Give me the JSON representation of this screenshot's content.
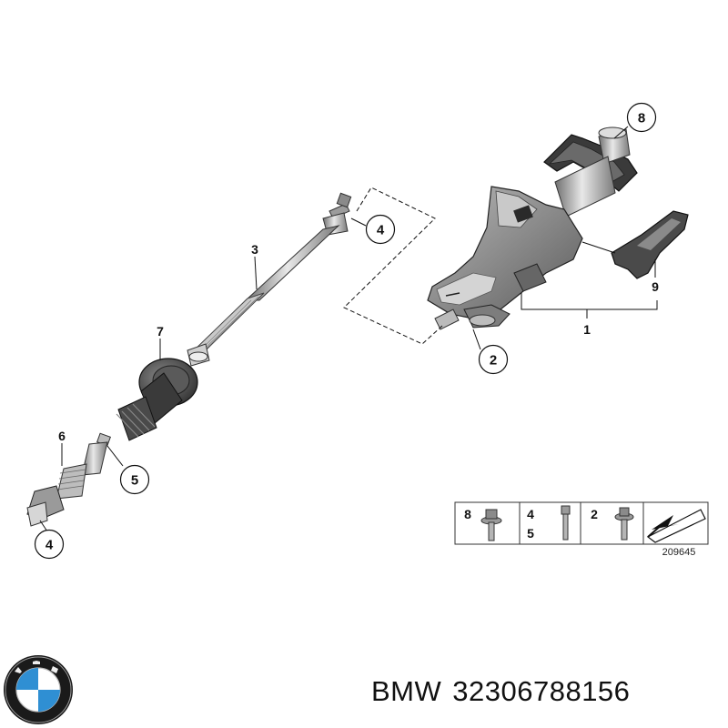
{
  "diagram": {
    "callouts": {
      "c8": "8",
      "c4_upper": "4",
      "c2": "2",
      "c5": "5",
      "c4_lower": "4"
    },
    "labels": {
      "l3": "3",
      "l7": "7",
      "l6": "6",
      "l1": "1",
      "l9": "9"
    },
    "legend": {
      "cell1": [
        "8"
      ],
      "cell2": [
        "4",
        "5"
      ],
      "cell3": [
        "2"
      ],
      "reference": "209645"
    }
  },
  "caption": {
    "brand": "BMW",
    "part_number": "32306788156"
  },
  "colors": {
    "logo_blue": "#2f8fd3",
    "logo_ring": "#1a1a1a",
    "part_gray": "#9a9a9a"
  }
}
